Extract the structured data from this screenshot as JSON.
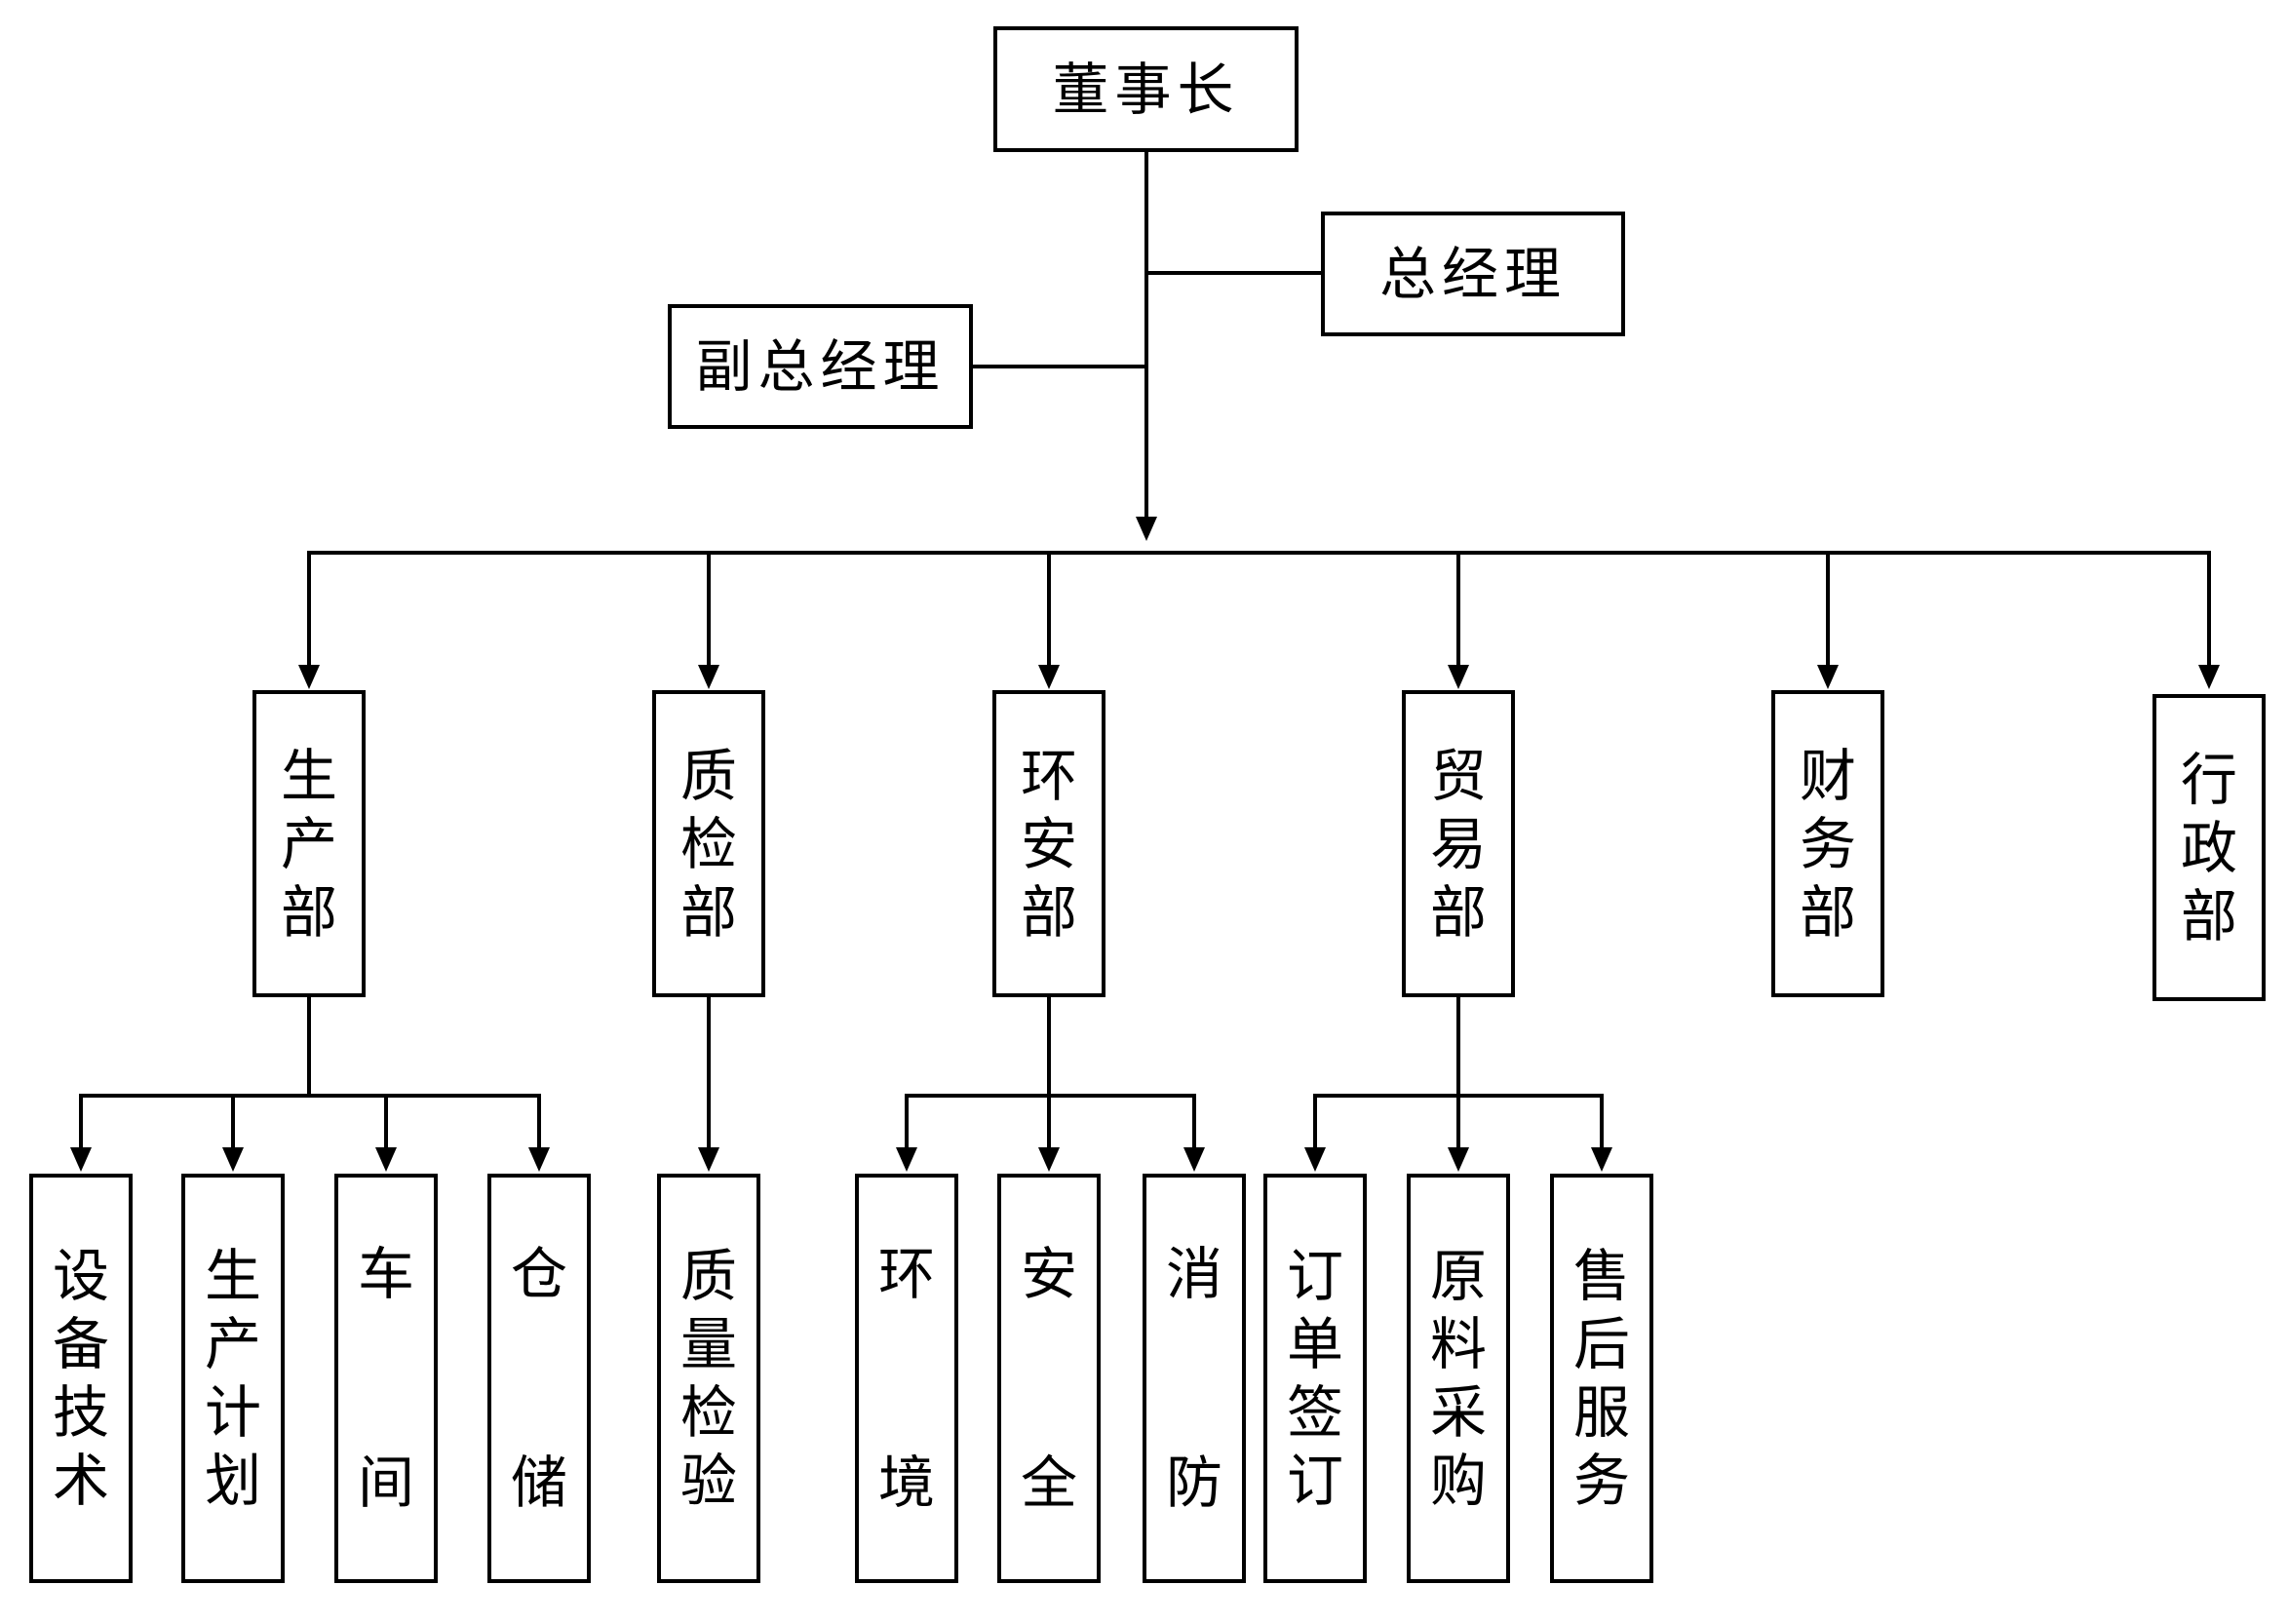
{
  "chart": {
    "chairman": "董事长",
    "general_manager": "总经理",
    "deputy_general_manager": "副总经理",
    "departments": [
      {
        "name": "生产部",
        "units": [
          "设备技术",
          "生产计划",
          "车间",
          "仓储"
        ]
      },
      {
        "name": "质检部",
        "units": [
          "质量检验"
        ]
      },
      {
        "name": "环安部",
        "units": [
          "环境",
          "安全",
          "消防"
        ]
      },
      {
        "name": "贸易部",
        "units": [
          "订单签订",
          "原料采购",
          "售后服务"
        ]
      },
      {
        "name": "财务部",
        "units": []
      },
      {
        "name": "行政部",
        "units": []
      }
    ]
  }
}
